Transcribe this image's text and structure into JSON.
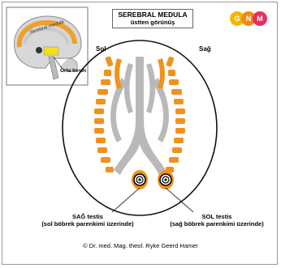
{
  "title": "SEREBRAL MEDULA",
  "subtitle": "üstten görünüş",
  "side_left": "Sol",
  "side_right": "Sağ",
  "inset": {
    "arc_label": "Serebral medula",
    "midbrain_label": "Orta beyin"
  },
  "logo": {
    "letters": [
      "G",
      "N",
      "M"
    ],
    "colors": [
      "#f5b800",
      "#f08a10",
      "#e83060"
    ]
  },
  "labels": {
    "left_testis_title": "SAĞ testis",
    "left_testis_sub": "(sol böbrek parenkimi üzerinde)",
    "right_testis_title": "SOL testis",
    "right_testis_sub": "(sağ böbrek parenkimi üzerinde)"
  },
  "copyright": "© Dr. med. Mag. theol. Ryke Geerd Hamer",
  "colors": {
    "relay": "#f0921e",
    "midline": "#b9b9b9",
    "outline": "#111111"
  }
}
